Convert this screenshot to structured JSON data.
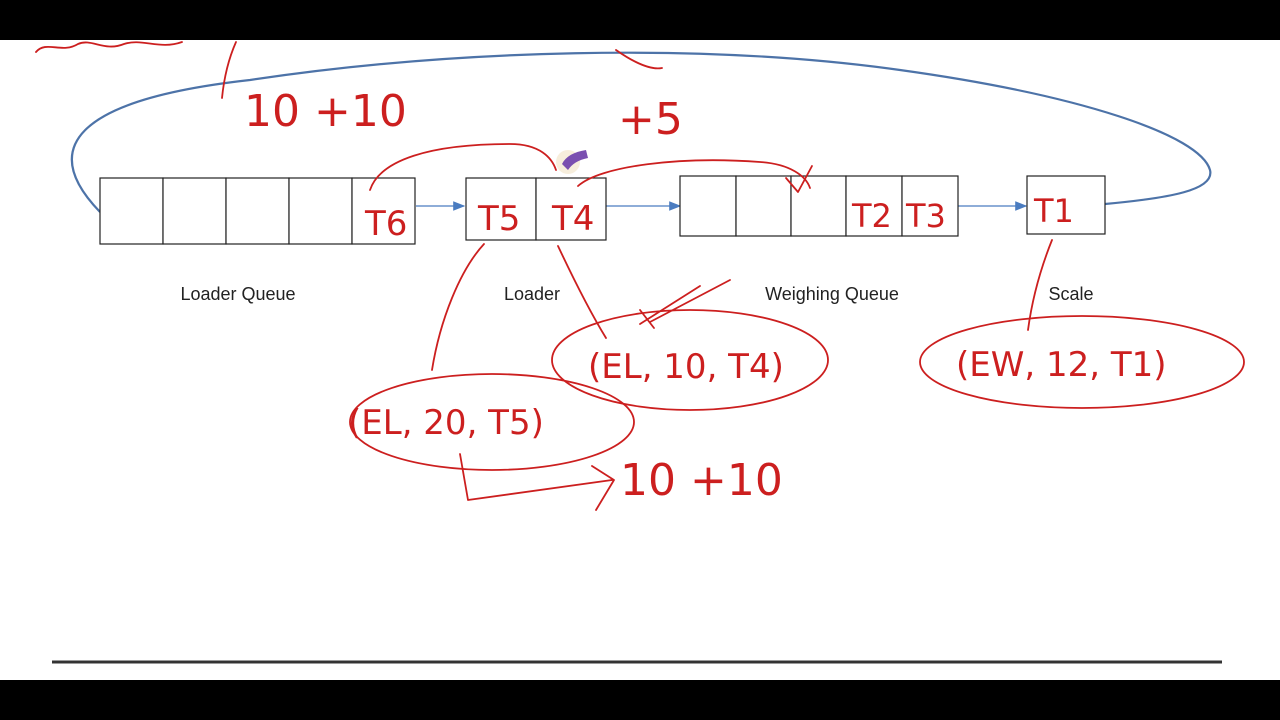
{
  "diagram": {
    "labels": {
      "loader_queue": "Loader Queue",
      "loader": "Loader",
      "weighing_queue": "Weighing Queue",
      "scale": "Scale"
    },
    "cells": {
      "loader_queue": [
        "",
        "",
        "",
        "",
        "T6"
      ],
      "loader": [
        "T5",
        "T4"
      ],
      "weighing_queue": [
        "",
        "",
        "",
        "T2",
        "T3"
      ],
      "scale": [
        "T1"
      ]
    },
    "annotations": {
      "top_left_sum": "10 +10",
      "top_right_sum": "+5",
      "loader_event_t5": "(EL, 20, T5)",
      "loader_event_t4": "(EL, 10, T4)",
      "scale_event": "(EW, 12, T1)",
      "bottom_sum": "10 +10"
    },
    "colors": {
      "ink": "#cc1f1f",
      "loop": "#4d73a8",
      "flow_arrow": "#4a7cc0",
      "box_stroke": "#222222",
      "cursor": "#7a4fb0"
    },
    "icons": {
      "cursor": "pen-cursor-icon"
    }
  }
}
